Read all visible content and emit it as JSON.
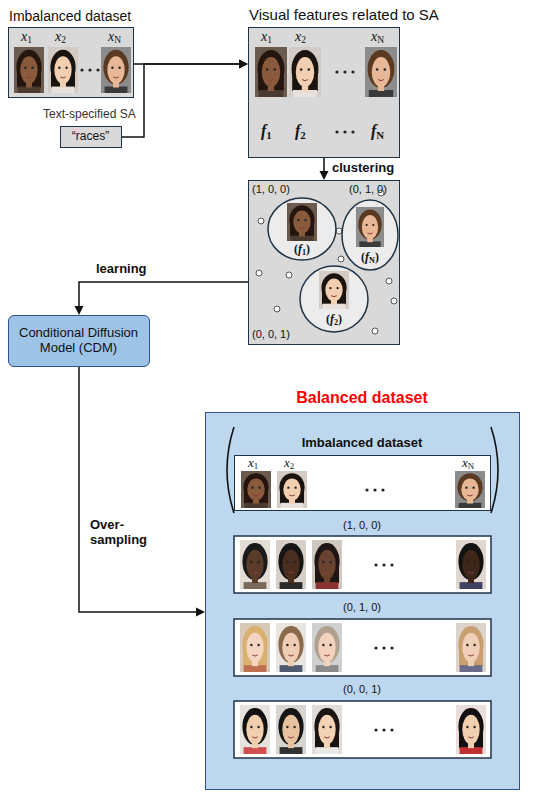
{
  "diagram": {
    "nodes": [
      {
        "text": [
          "Imbalanced dataset",
          "x1",
          "x2",
          "xN"
        ]
      },
      {
        "text": [
          "Text-specified SA",
          "“races”"
        ]
      },
      {
        "text": [
          "Visual features related to SA",
          "x1",
          "x2",
          "xN",
          "f1",
          "f2",
          "fN"
        ]
      },
      {
        "text": [
          "(1, 0, 0)",
          "(0, 1, 0)",
          "(0, 0, 1)"
        ]
      },
      {
        "text": [
          "(f1)"
        ],
        "in": 3
      },
      {
        "text": [
          "(fN)"
        ],
        "in": 3
      },
      {
        "text": [
          "(f2)"
        ],
        "in": 3
      },
      {
        "text": [
          "Conditional Diffusion Model (CDM)"
        ]
      },
      {
        "text": [
          "Balanced dataset",
          "(1, 0, 0)",
          "(0, 1, 0)",
          "(0, 0, 1)"
        ]
      },
      {
        "text": [
          "Imbalanced dataset",
          "x1",
          "x2",
          "xN"
        ],
        "in": 8
      }
    ],
    "edges": [
      {
        "from": 0,
        "to": 2,
        "arrow": "to"
      },
      {
        "from": 1,
        "to": 2,
        "arrow": "to"
      },
      {
        "from": 2,
        "to": 3,
        "arrow": "to",
        "label": "clustering"
      },
      {
        "from": 3,
        "to": 7,
        "arrow": "to",
        "label": "learning"
      },
      {
        "from": 7,
        "to": 8,
        "arrow": "to",
        "label": "Over- sampling"
      }
    ]
  }
}
